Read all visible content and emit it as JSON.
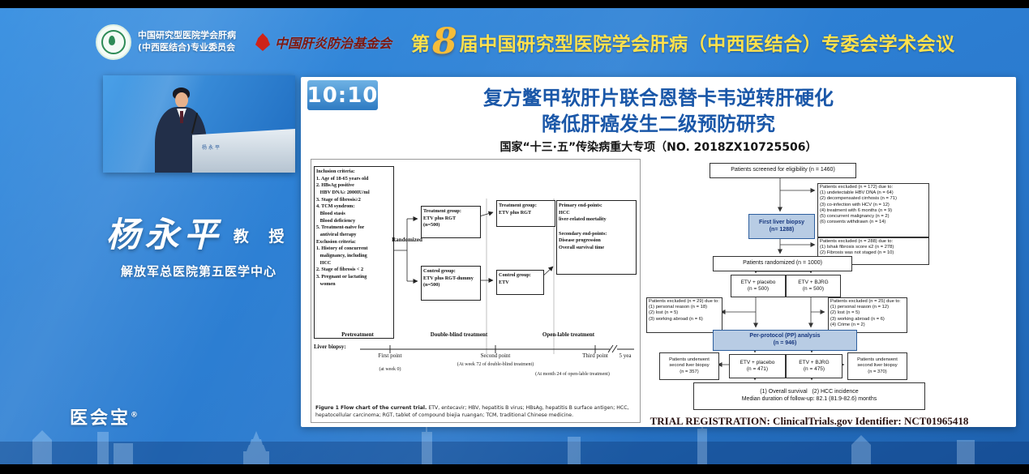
{
  "header": {
    "org_left_line1": "中国研究型医院学会肝病",
    "org_left_line2": "(中西医结合)专业委员会",
    "org_mid_name": "中国肝炎防治基金会",
    "title_pre": "第",
    "title_num": "8",
    "title_rest": "届中国研究型医院学会肝病（中西医结合）专委会学术会议"
  },
  "speaker": {
    "name": "杨永平",
    "title": "教 授",
    "affiliation": "解放军总医院第五医学中心",
    "podium_label": "杨永平"
  },
  "brand": {
    "name": "医会宝",
    "reg": "®"
  },
  "slide": {
    "timer": "10:10",
    "title_line1": "复方鳖甲软肝片联合恩替卡韦逆转肝硬化",
    "title_line2": "降低肝癌发生二级预防研究",
    "subtitle": "国家“十三·五”传染病重大专项（NO. 2018ZX10725506）",
    "registration": "TRIAL REGISTRATION: ClinicalTrials.gov Identifier: NCT01965418"
  },
  "figure1": {
    "criteria": "Inclusion criteria:\n1. Age of 18-65 years old\n2. HBsAg positive\n   HBV DNA≥ 2000IU/ml\n3. Stage of fibrosis≥2\n4. TCM syndrom:\n   Blood stasis\n   Blood deficiency\n5. Treatment-naïve for\n   antiviral therapy\nExclusion criteria:\n1. History of concurrent\n   malignancy, including\n   HCC\n2. Stage of fibrosis < 2\n3. Pregnant or lactating\n   women",
    "randomized_label": "Randomized",
    "treat1": "Treatment group:\nETV plus RGT\n(n=500)",
    "control1": "Control group:\nETV plus RGT-dummy\n(n=500)",
    "treat2": "Treatment group:\nETV plus RGT",
    "control2": "Control group:\nETV",
    "endpoints": "Primary end-points:\nHCC\nliver-related mortality\n\nSecondary end-points:\nDisease progression\nOverall survival time",
    "phase1": "Pretreatment",
    "phase2": "Double-blind treatment",
    "phase3": "Open-lable treatment",
    "biopsy_label": "Liver biopsy:",
    "point1": "First point",
    "point1_sub": "(at week 0)",
    "point2": "Second point",
    "point2_sub": "(At week 72 of double-blind treatment)",
    "point3": "Third point",
    "point3_sub": "(At month 24 of open-lable treatment)",
    "end_label": "5 yea",
    "caption_bold": "Figure 1 Flow chart of the current trial.",
    "caption_rest": " ETV, entecavir; HBV, hepatitis B virus; HBsAg, hepatitis B surface antigen; HCC, hepatocellular carcinoma; RGT, tablet of compound biejia ruangan; TCM, traditional Chinese medicine."
  },
  "consort": {
    "screened": "Patients screened for eligibility (n = 1460)",
    "excluded_top": "Patients excluded (n = 172) due to:\n(1) undetectable HBV DNA (n = 64)\n(2) decompensated cirrhosis (n = 71)\n(3) co-infection with HCV (n = 12)\n(4) treatment with 6 months (n = 9)\n(5) concurrent malignancy (n = 2)\n(6) consents withdrawn (n = 14)",
    "first_biopsy": "First liver biopsy\n(n= 1288)",
    "excluded_fibrosis": "Patients excluded (n = 288) due to:\n(1) Ishak fibrosis score ≤2 (n = 278)\n(2) Fibrosis was not staged (n = 10)",
    "randomized": "Patients randomized (n = 1000)",
    "arm_placebo_500": "ETV + placebo\n(n = 500)",
    "arm_bjrg_500": "ETV + BJRG\n(n = 500)",
    "excluded_left": "Patients excluded (n = 29) due to:\n(1) personal reason (n = 18)\n(2) lost (n = 5)\n(3) working abroad (n = 6)",
    "excluded_right": "Patients excluded (n = 25) due to:\n(1) personal reason (n = 12)\n(2) lost (n = 5)\n(3) working abroad (n = 6)\n(4) Crime (n = 2)",
    "pp_analysis": "Per-protocol (PP) analysis\n(n = 946)",
    "arm_placebo_471": "ETV + placebo\n(n = 471)",
    "arm_bjrg_475": "ETV + BJRG\n(n = 475)",
    "biopsy2_left": "Patients underwent\nsecond liver biopsy\n(n = 357)",
    "biopsy2_right": "Patients underwent\nsecond liver biopsy\n(n = 370)",
    "outcomes": "(1) Overall survival   (2) HCC incidence\nMedian duration of follow-up: 82.1 (81.9-82.6) months"
  }
}
